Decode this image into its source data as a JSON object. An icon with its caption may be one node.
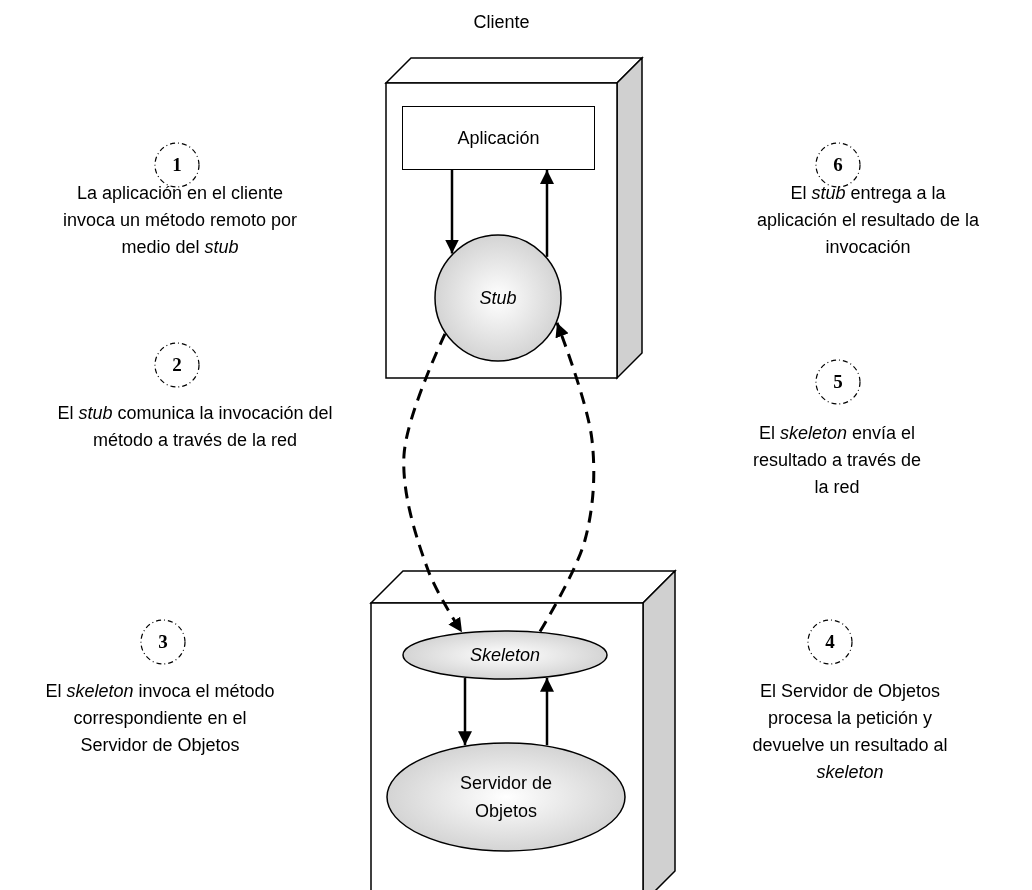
{
  "diagram": {
    "nodes": [
      {
        "text": [
          "Cliente"
        ]
      },
      {
        "text": [
          "Aplicación"
        ],
        "in": 0
      },
      {
        "text": [
          "Stub"
        ],
        "in": 0
      },
      {
        "text": [],
        "shape": "box"
      },
      {
        "text": [
          "Skeleton"
        ],
        "in": 3
      },
      {
        "text": [
          "Servidor de Objetos"
        ],
        "in": 3
      },
      {
        "text": [
          "1"
        ],
        "beside": [
          "La aplicación en el cliente invoca un método remoto por medio del *stub*"
        ]
      },
      {
        "text": [
          "6"
        ],
        "beside": [
          "El *stub* entrega a la aplicación el resultado de la invocación"
        ]
      },
      {
        "text": [
          "2"
        ],
        "beside": [
          "El *stub* comunica la invocación del método a través de la red"
        ]
      },
      {
        "text": [
          "5"
        ],
        "beside": [
          "El *skeleton* envía el resultado a través de la red"
        ]
      },
      {
        "text": [
          "3"
        ],
        "beside": [
          "El *skeleton* invoca el método correspondiente en el Servidor de Objetos"
        ]
      },
      {
        "text": [
          "4"
        ],
        "beside": [
          "El Servidor de Objetos procesa la petición y devuelve un resultado al *skeleton*"
        ]
      }
    ],
    "edges": [
      {
        "from": 1,
        "to": 2,
        "arrow": "to"
      },
      {
        "from": 2,
        "to": 1,
        "arrow": "to"
      },
      {
        "from": 2,
        "to": 4,
        "arrow": "to",
        "style": "dashed"
      },
      {
        "from": 4,
        "to": 2,
        "arrow": "to",
        "style": "dashed"
      },
      {
        "from": 4,
        "to": 5,
        "arrow": "to"
      },
      {
        "from": 5,
        "to": 4,
        "arrow": "to"
      }
    ]
  }
}
